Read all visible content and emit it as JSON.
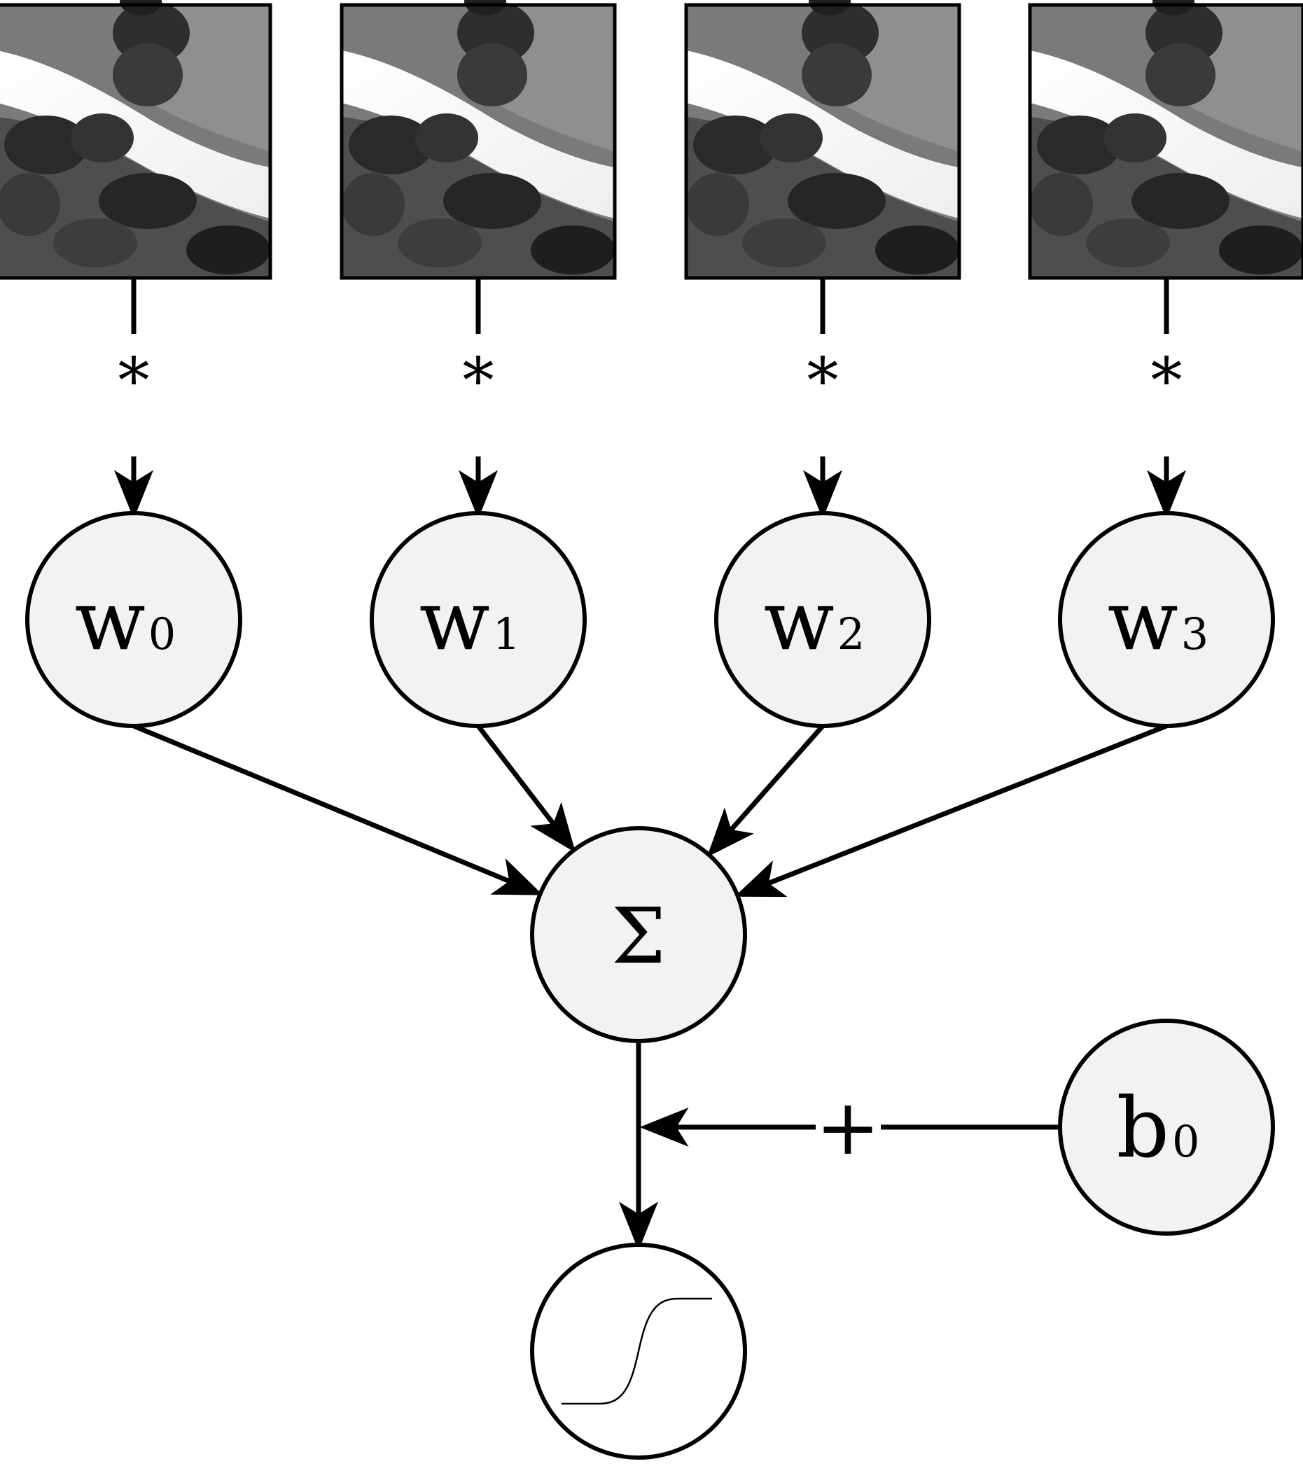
{
  "diagram": {
    "operators": {
      "convolution": "*",
      "add": "+"
    },
    "weights": [
      {
        "base": "w",
        "sub": "0"
      },
      {
        "base": "w",
        "sub": "1"
      },
      {
        "base": "w",
        "sub": "2"
      },
      {
        "base": "w",
        "sub": "3"
      }
    ],
    "sum_node": {
      "symbol": "Σ"
    },
    "bias_node": {
      "base": "b",
      "sub": "0"
    },
    "activation_node": {
      "icon": "sigmoid-curve-icon"
    },
    "input_images": [
      {
        "content": "aerial grayscale photo of road and trees"
      },
      {
        "content": "aerial grayscale photo of road and trees"
      },
      {
        "content": "aerial grayscale photo of road and trees"
      },
      {
        "content": "aerial grayscale photo of road and trees"
      }
    ],
    "colors": {
      "node_fill": "#f2f2f2",
      "stroke": "#000000",
      "background": "#ffffff"
    }
  }
}
